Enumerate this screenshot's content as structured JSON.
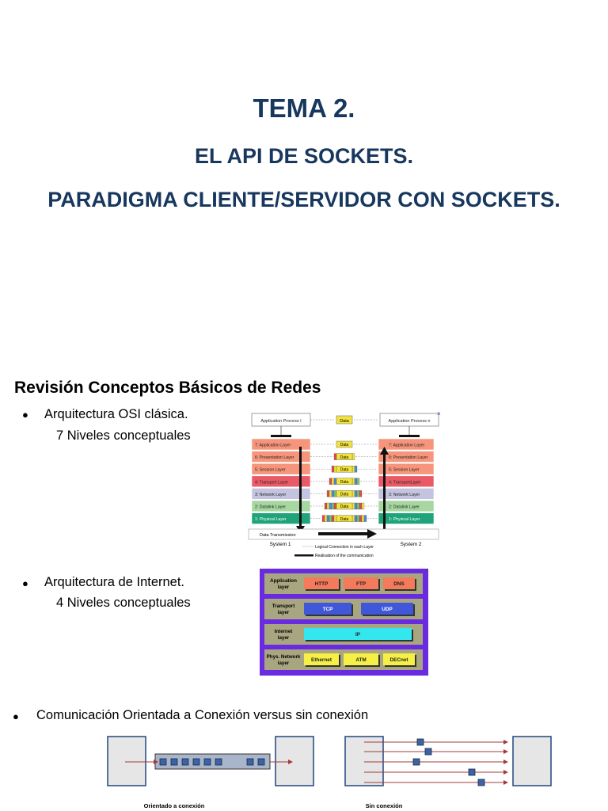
{
  "title": {
    "line1": "TEMA 2.",
    "line2": "EL API DE SOCKETS.",
    "line3": "PARADIGMA CLIENTE/SERVIDOR CON SOCKETS."
  },
  "section": {
    "heading": "Revisión Conceptos Básicos de Redes"
  },
  "bullets": [
    {
      "text": "Arquitectura OSI clásica.",
      "sub": "7 Niveles conceptuales"
    },
    {
      "text": "Arquitectura de Internet.",
      "sub": "4 Niveles conceptuales"
    },
    {
      "text": "Comunicación Orientada a Conexión versus sin conexión"
    }
  ],
  "bullet_glyph": "●",
  "osi": {
    "process_left": "Application Process I",
    "process_right": "Application Process n",
    "data_label": "Data",
    "layers": [
      {
        "name": "7: Application Layer",
        "color": "#f6957b"
      },
      {
        "name": "6: Presentation Layer",
        "color": "#f6957b"
      },
      {
        "name": "5: Session Layer",
        "color": "#f6957b"
      },
      {
        "name": "4: Transport Layer",
        "color": "#ea5a66"
      },
      {
        "name": "3: Network Layer",
        "color": "#c4c4e0"
      },
      {
        "name": "2: Datalink Layer",
        "color": "#a6d7a0"
      },
      {
        "name": "1: Physical Layer",
        "color": "#1fa37a"
      }
    ],
    "right_layers": [
      "7: Application Layer",
      "6: Presentation Layer",
      "5: Session Layer",
      "4: TransportLayer",
      "3: Network Layer",
      "2: Datalink Layer",
      "1: Physical Layer"
    ],
    "transmission_label": "Data Transmission",
    "system_left": "System 1",
    "system_right": "System 2",
    "legend_logical": "Logical Connection in each Layer",
    "legend_real": "Realisation of the communication"
  },
  "internet": {
    "rows": [
      {
        "label": "Application layer",
        "boxes": [
          "HTTP",
          "FTP",
          "DNS"
        ]
      },
      {
        "label": "Transport layer",
        "boxes": [
          "TCP",
          "UDP"
        ]
      },
      {
        "label": "Internet layer",
        "boxes": [
          "IP"
        ]
      },
      {
        "label": "Phys. Network layer",
        "boxes": [
          "Ethernet",
          "ATM",
          "DECnet"
        ]
      }
    ]
  },
  "comm": {
    "connection_oriented_caption": "Orientado a conexión",
    "connectionless_caption": "Sin conexión"
  },
  "colors": {
    "title": "#17375e",
    "internet_frame": "#6a2be0",
    "internet_row": "#a8a680",
    "app_box": "#f37a5a",
    "transport_box": "#3f57d8",
    "ip_box": "#34e6ee",
    "phys_box": "#f6f045",
    "link": "#a33b3b",
    "packet": "#3a63a8"
  }
}
